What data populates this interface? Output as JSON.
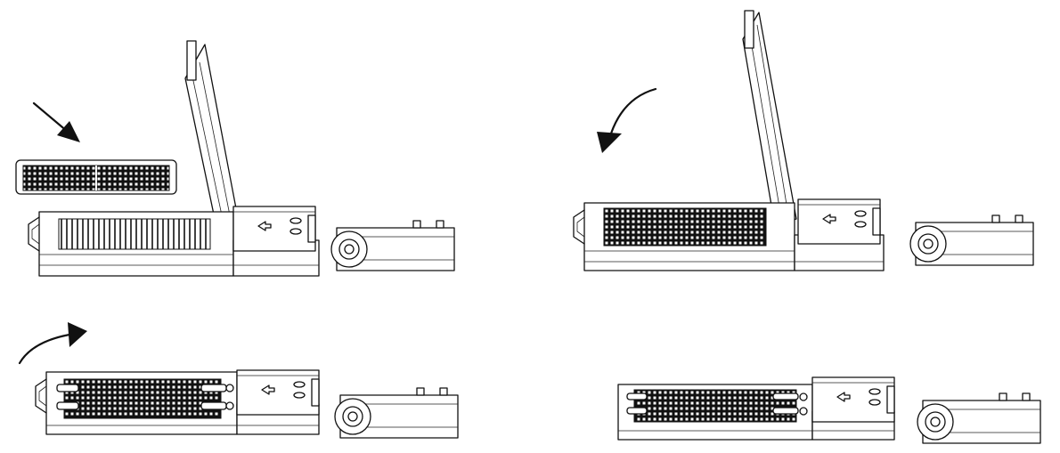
{
  "figure": {
    "steps": [
      {
        "id": "step-1-insert-filter",
        "arrow": "diagonal-arrow"
      },
      {
        "id": "step-2-close-lid",
        "arrow": "curved-arrow-counterclockwise"
      },
      {
        "id": "step-3-rotate-unit",
        "arrow": "curved-arrow-clockwise"
      },
      {
        "id": "step-4-assembled",
        "arrow": ""
      }
    ],
    "colors": {
      "line": "#111111",
      "background": "#ffffff",
      "filter_mesh": "#111111"
    }
  }
}
